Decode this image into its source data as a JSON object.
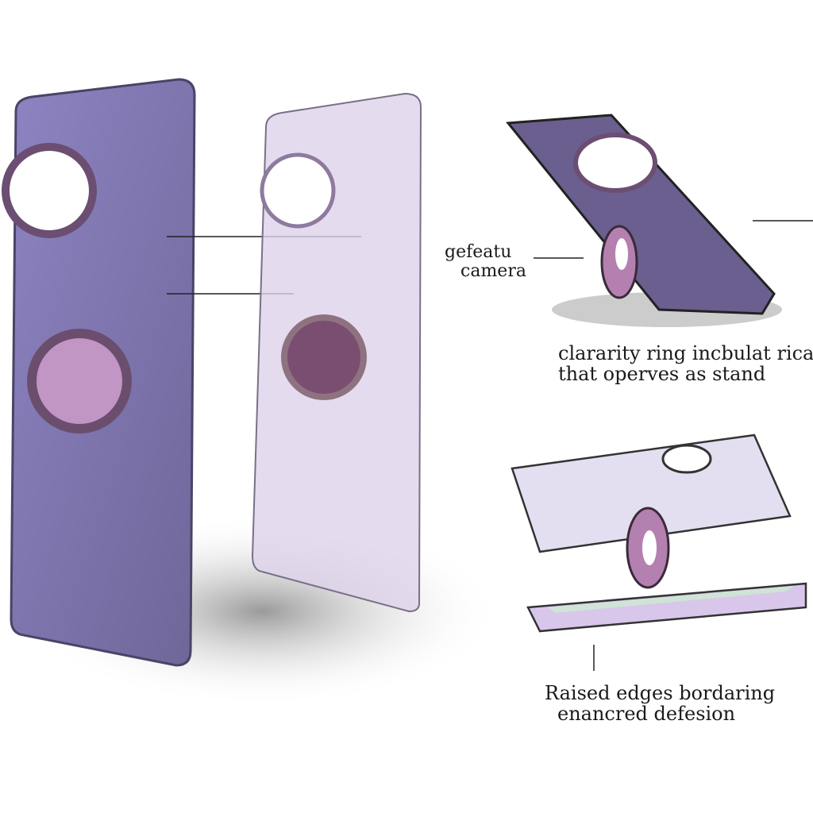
{
  "labels": {
    "camera_line1": "gefeatu",
    "camera_line2": "camera",
    "ring_line1": "clararity ring incbulat rica",
    "ring_line2": "that operves as stand",
    "edges_line1": "Raised edges bordaring",
    "edges_line2": "enancred defesion"
  },
  "colors": {
    "case_purple": "#8a7fb8",
    "ring_pink": "#b07fb0",
    "clear_case": "#ddd3ea",
    "screen_green": "#cfe3d6"
  }
}
